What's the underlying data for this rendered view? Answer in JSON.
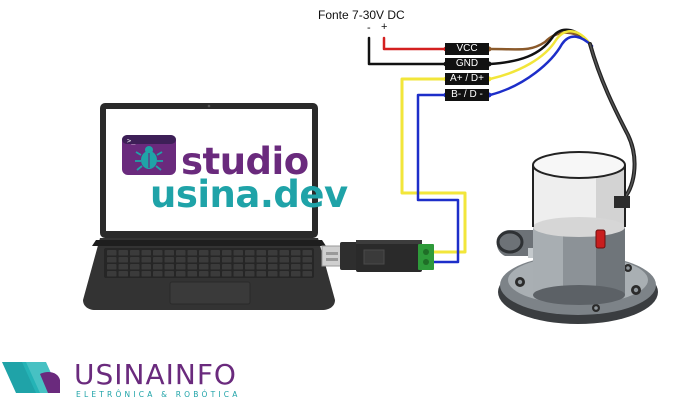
{
  "power_supply": {
    "title": "Fonte 7-30V DC",
    "minus": "-",
    "plus": "+"
  },
  "terminals": [
    "VCC",
    "GND",
    "A+ / D+",
    "B- / D -"
  ],
  "laptop_screen": {
    "app_name": "studio",
    "app_domain": "usina.dev",
    "logo": "terminal-bug-icon"
  },
  "brand": {
    "name": "USINAINFO",
    "tagline": "ELETRÔNICA & ROBÓTICA"
  },
  "wire_colors": {
    "power": "#d42020",
    "ground": "#111111",
    "data_a": "#f2e63a",
    "data_b": "#1d2ec9",
    "cable_brown": "#8b5a2b"
  },
  "colors": {
    "brand_purple": "#6a2a7d",
    "brand_teal": "#1fa3a8"
  }
}
